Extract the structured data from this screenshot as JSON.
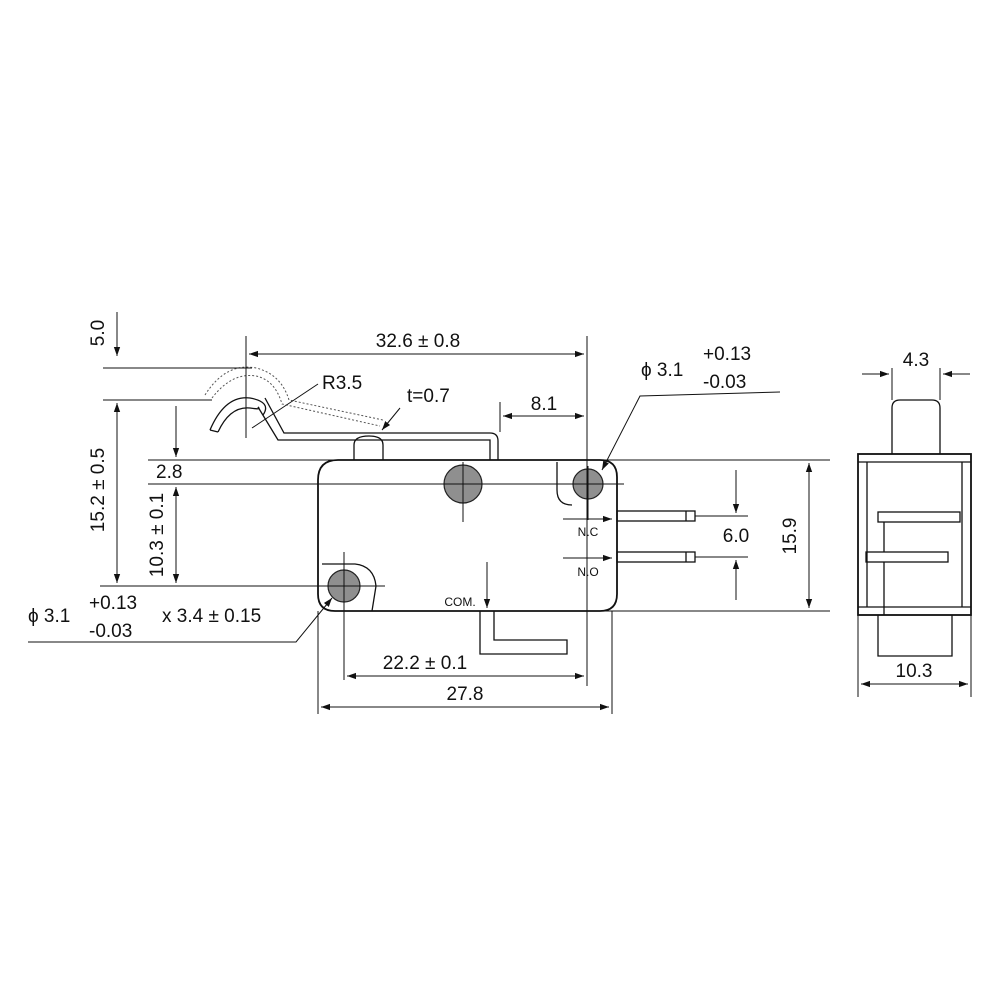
{
  "colors": {
    "ink": "#111111",
    "hole_fill": "#8f8f8f",
    "background": "#ffffff"
  },
  "dims": {
    "overall_length": "32.6 ± 0.8",
    "lever_offset": "5.0",
    "lever_radius": "R3.5",
    "lever_thickness": "t=0.7",
    "lever_tip": "8.1",
    "top_hole": {
      "dia": "ϕ 3.1",
      "tol_plus": "+0.13",
      "tol_minus": "-0.03"
    },
    "lever_height": "15.2 ± 0.5",
    "body_offset": "2.8",
    "hole_spacing_v": "10.3 ± 0.1",
    "bottom_hole": {
      "dia": "ϕ 3.1",
      "tol_plus": "+0.13",
      "tol_minus": "-0.03",
      "slot": "x 3.4 ± 0.15"
    },
    "hole_spacing_h": "22.2 ± 0.1",
    "body_length": "27.8",
    "terminal_pitch": "6.0",
    "body_height": "15.9",
    "plunger_width": "4.3",
    "body_width": "10.3"
  },
  "terminals": {
    "nc": "N.C",
    "no": "N.O",
    "com": "COM."
  }
}
